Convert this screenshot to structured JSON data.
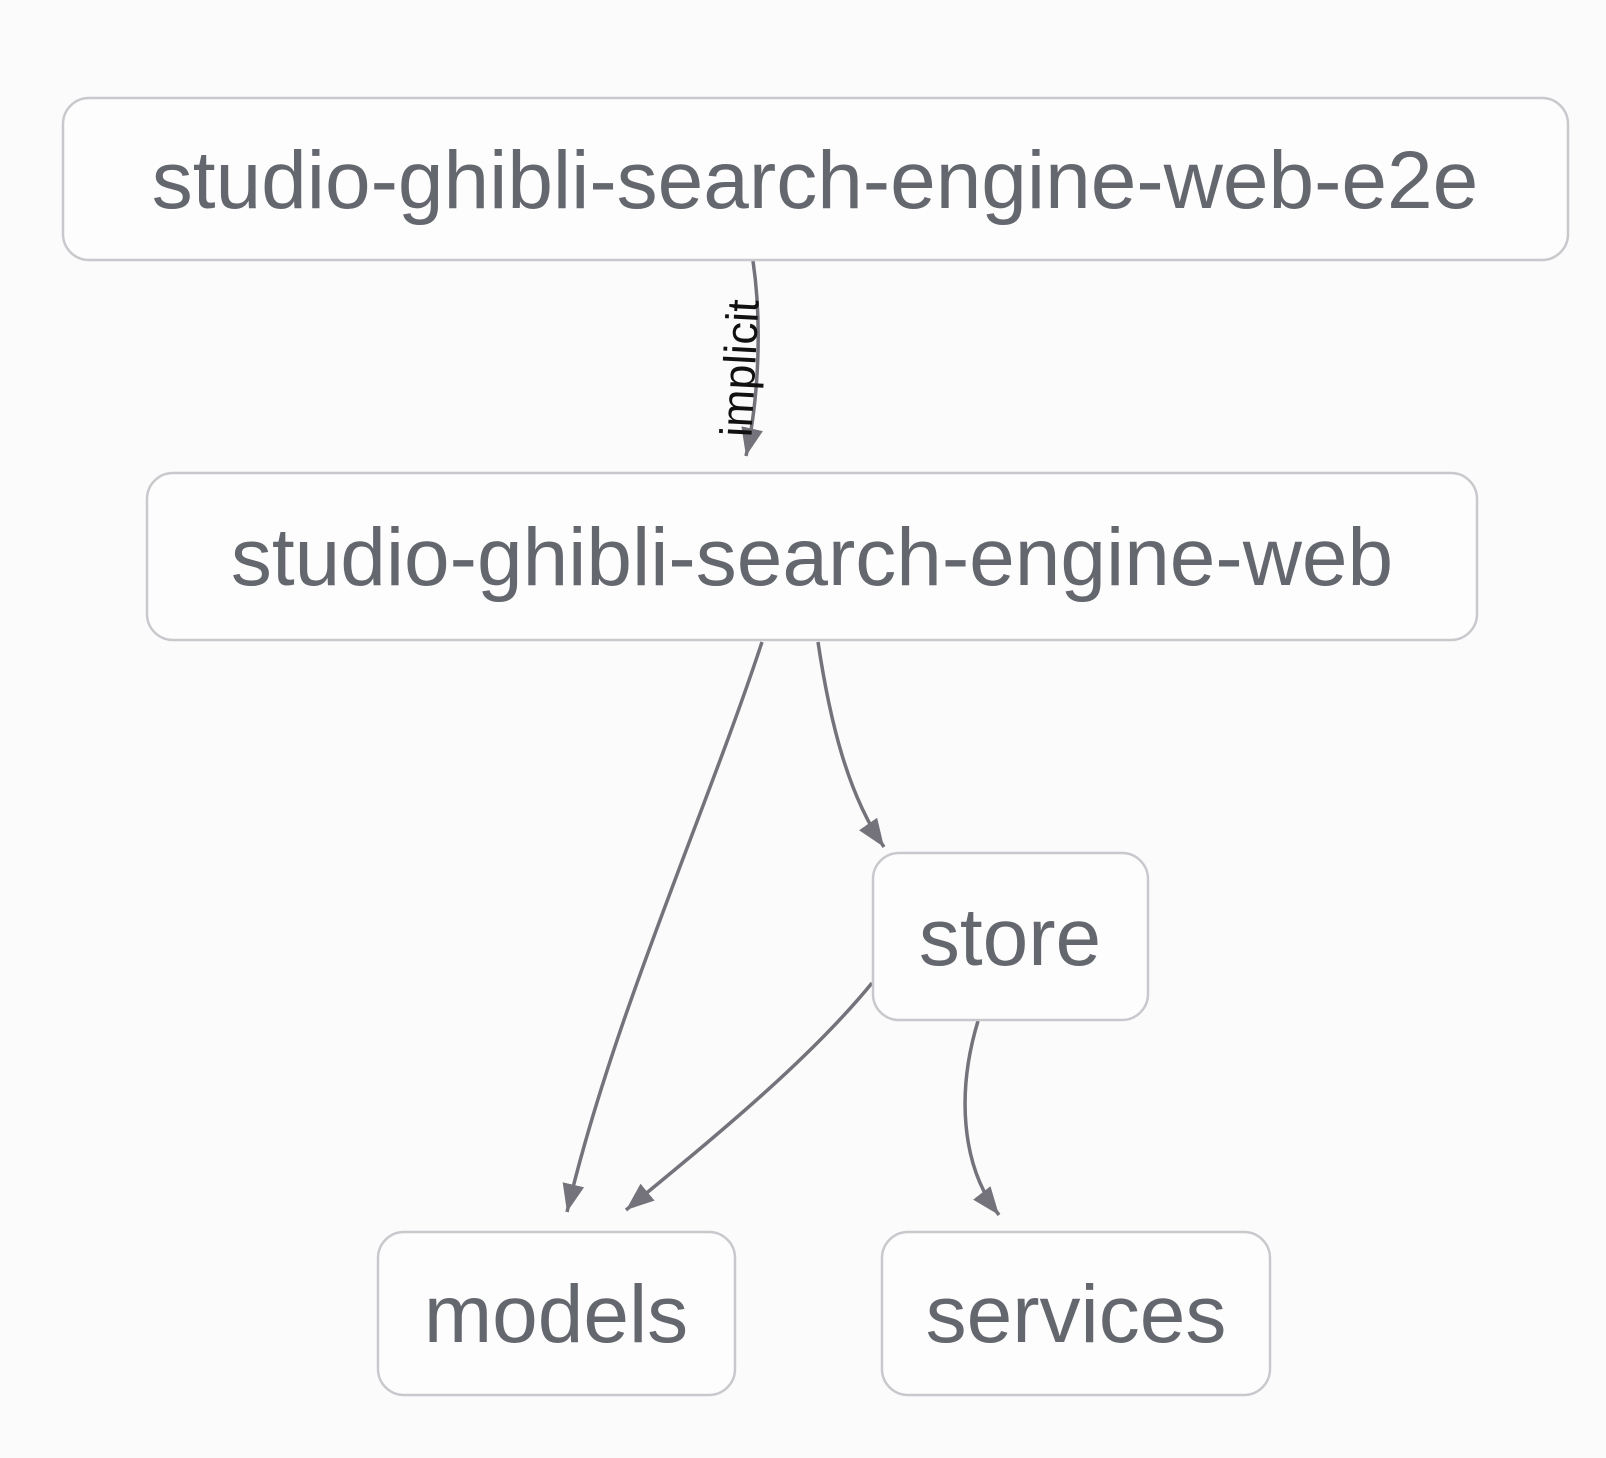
{
  "diagram": {
    "type": "dependency-graph",
    "nodes": [
      {
        "id": "e2e",
        "label": "studio-ghibli-search-engine-web-e2e"
      },
      {
        "id": "web",
        "label": "studio-ghibli-search-engine-web"
      },
      {
        "id": "store",
        "label": "store"
      },
      {
        "id": "models",
        "label": "models"
      },
      {
        "id": "services",
        "label": "services"
      }
    ],
    "edges": [
      {
        "from": "studio-ghibli-search-engine-web-e2e",
        "to": "studio-ghibli-search-engine-web",
        "label": "implicit"
      },
      {
        "from": "studio-ghibli-search-engine-web",
        "to": "models",
        "label": ""
      },
      {
        "from": "studio-ghibli-search-engine-web",
        "to": "store",
        "label": ""
      },
      {
        "from": "store",
        "to": "models",
        "label": ""
      },
      {
        "from": "store",
        "to": "services",
        "label": ""
      }
    ],
    "colors": {
      "background": "#fbfbfb",
      "node_fill": "#fdfdfd",
      "node_border": "#c9c8cd",
      "node_text": "#65676f",
      "edge": "#74727a",
      "edge_label": "#111111"
    }
  }
}
